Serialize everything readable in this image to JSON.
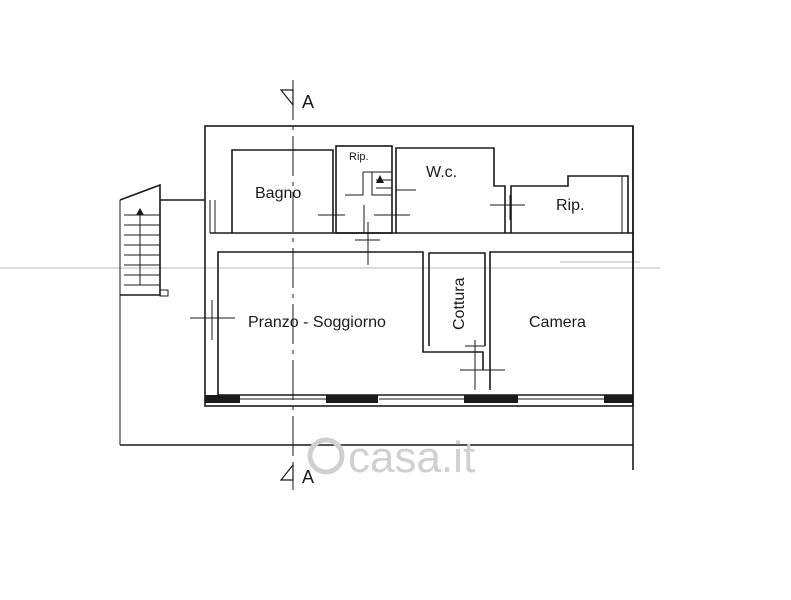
{
  "rooms": {
    "bagno": "Bagno",
    "rip_small": "Rip.",
    "wc": "W.c.",
    "rip_right": "Rip.",
    "pranzo": "Pranzo - Soggiorno",
    "cottura": "Cottura",
    "camera": "Camera"
  },
  "section": {
    "top": "A",
    "bottom": "A"
  },
  "watermark": "casa.it"
}
